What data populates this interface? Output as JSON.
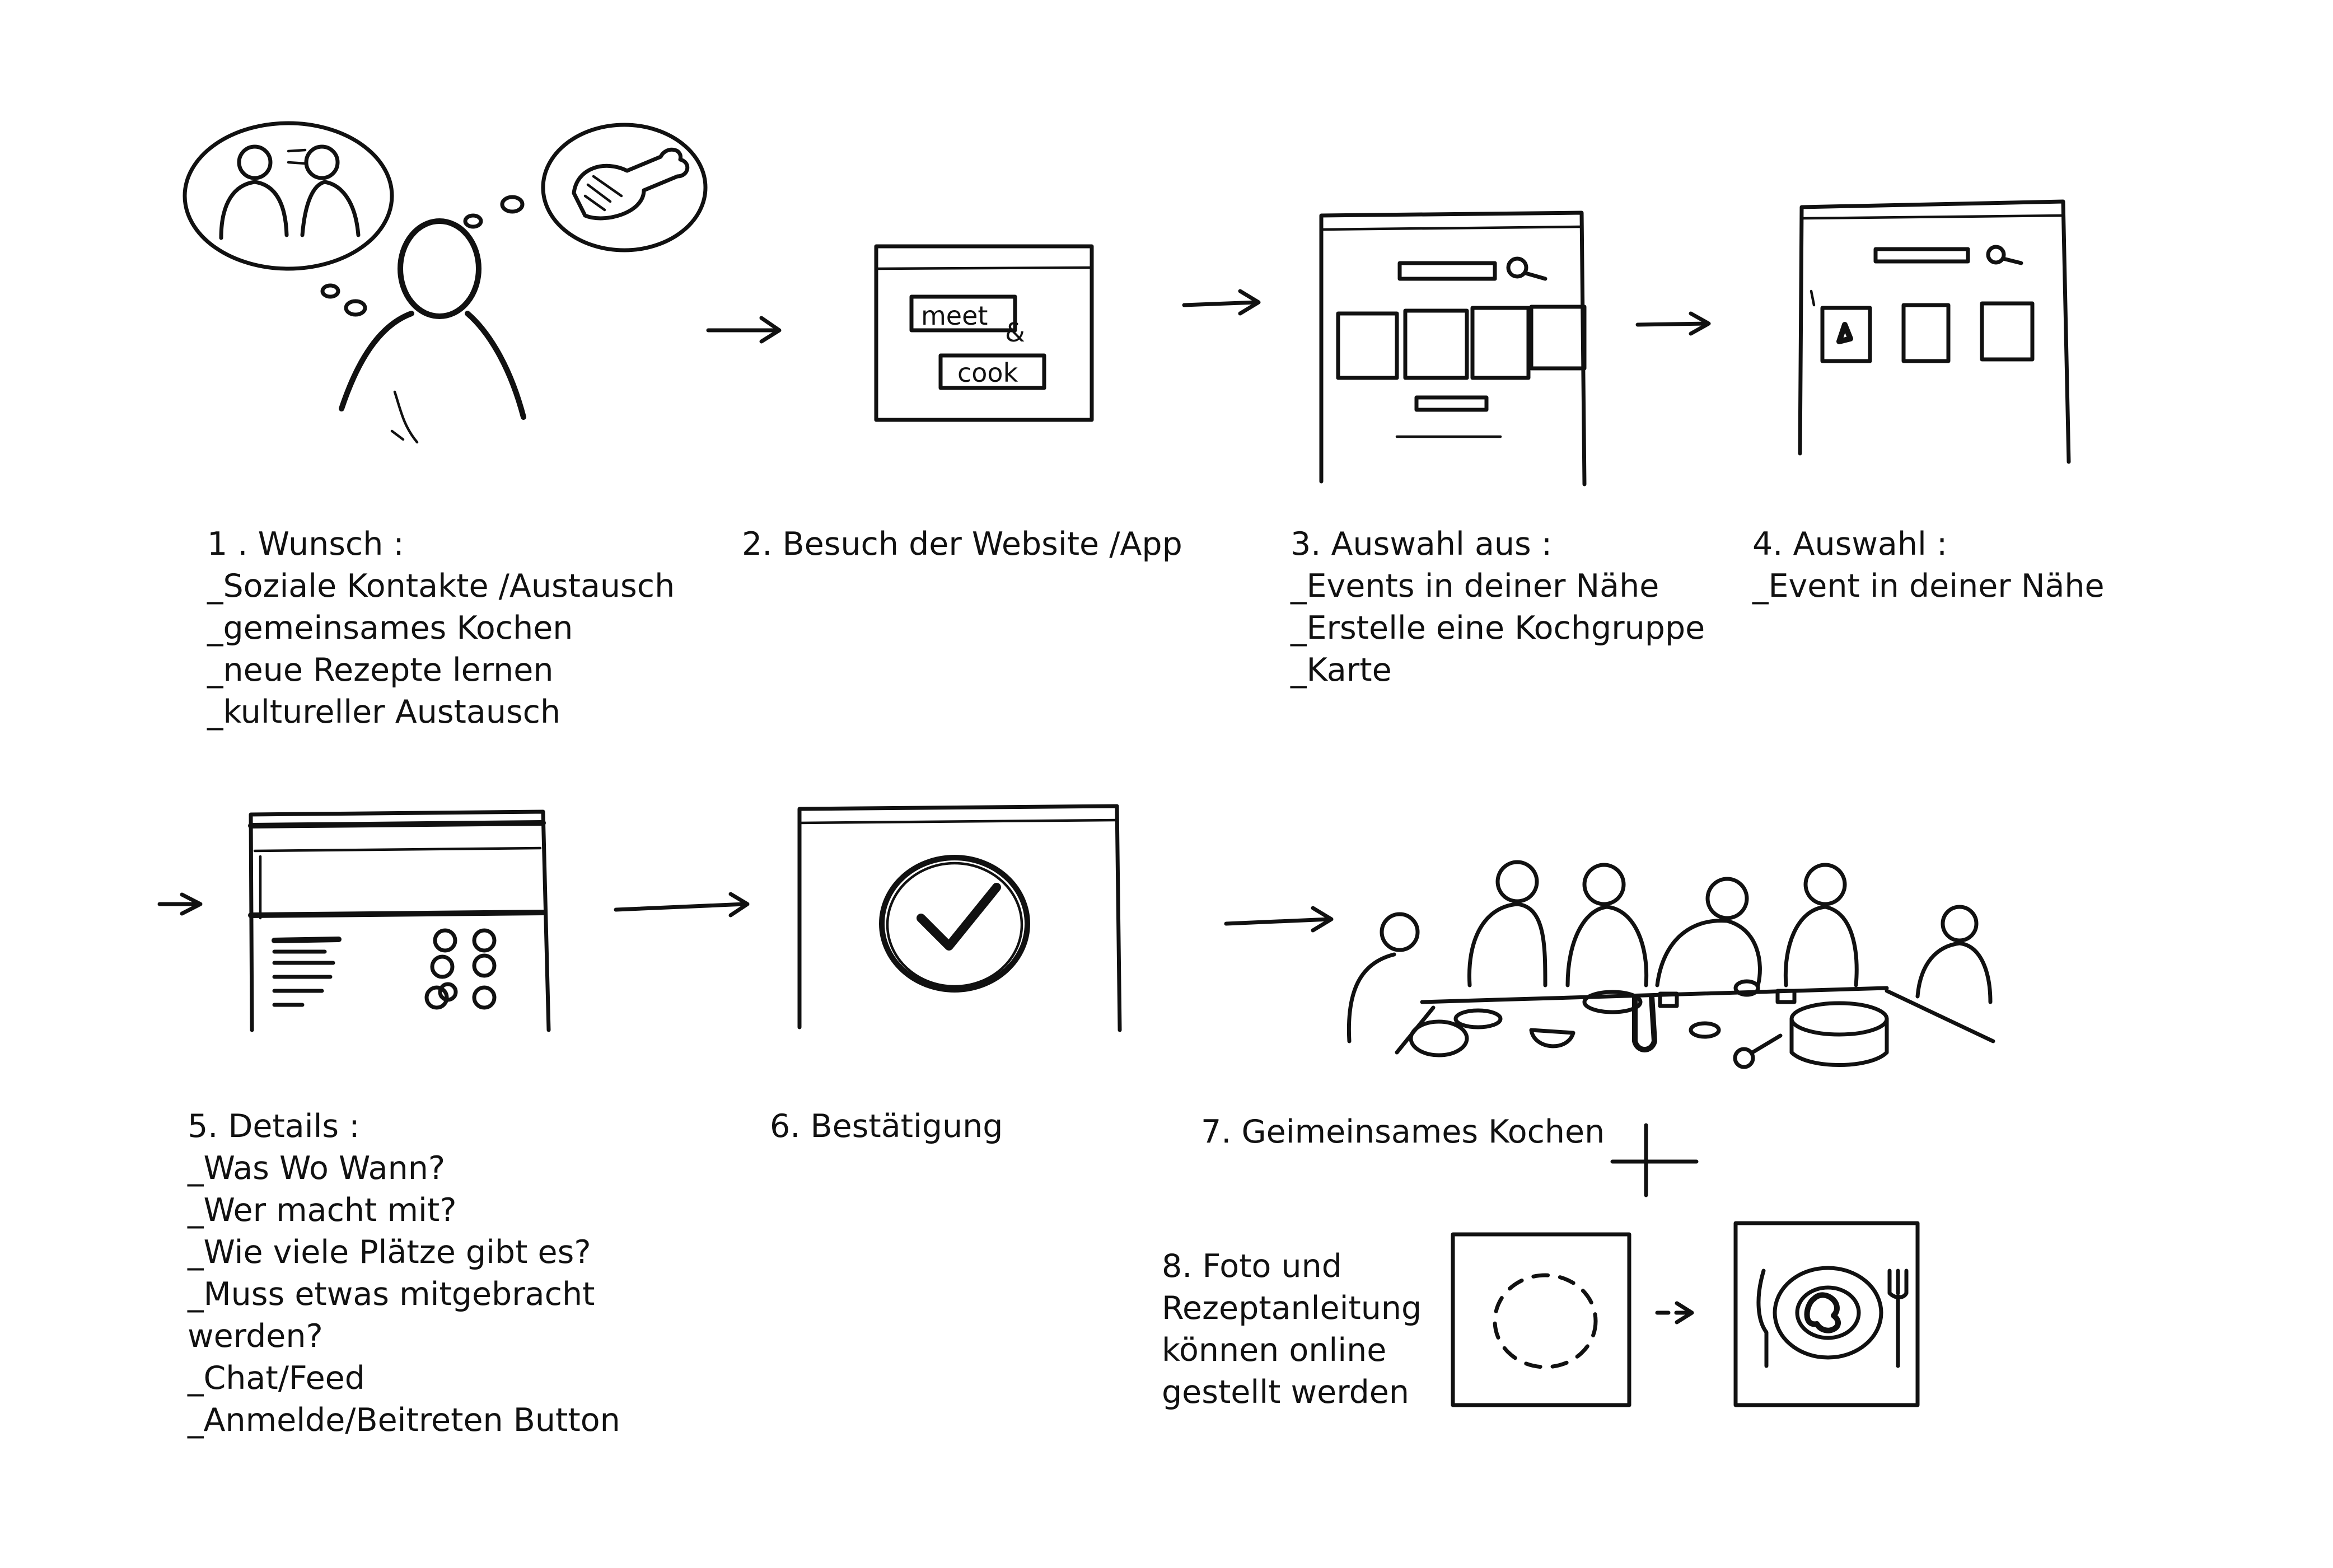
{
  "steps": [
    {
      "id": 1,
      "title": "1 . Wunsch :",
      "lines": [
        "_Soziale Kontakte /Austausch",
        "_gemeinsames Kochen",
        "_neue Rezepte lernen",
        "_kultureller Austausch"
      ]
    },
    {
      "id": 2,
      "title": "2. Besuch der Website /App",
      "lines": []
    },
    {
      "id": 3,
      "title": "3. Auswahl aus :",
      "lines": [
        "_Events in deiner Nähe",
        "_Erstelle eine Kochgruppe",
        "_Karte"
      ]
    },
    {
      "id": 4,
      "title": "4. Auswahl :",
      "lines": [
        "_Event in deiner Nähe"
      ]
    },
    {
      "id": 5,
      "title": "5. Details :",
      "lines": [
        "_Was Wo Wann?",
        "_Wer macht mit?",
        "_Wie viele Plätze gibt es?",
        "_Muss etwas mitgebracht",
        "werden?",
        "_Chat/Feed",
        "_Anmelde/Beitreten Button"
      ]
    },
    {
      "id": 6,
      "title": "6. Bestätigung",
      "lines": []
    },
    {
      "id": 7,
      "title": "7. Geimeinsames Kochen",
      "lines": []
    },
    {
      "id": 8,
      "title": "8. Foto und",
      "lines": [
        "Rezeptanleitung",
        "können online",
        "gestellt werden"
      ]
    }
  ],
  "sketch_labels": {
    "meet": "meet",
    "and": "&",
    "cook": "cook"
  },
  "icons": {
    "thought_people": "people-thought-icon",
    "thought_food": "chicken-leg-icon",
    "person": "person-icon",
    "search": "search-icon",
    "map_pin": "map-pin-icon",
    "check": "checkmark-icon",
    "plate": "plate-icon",
    "cutlery": "cutlery-icon"
  }
}
